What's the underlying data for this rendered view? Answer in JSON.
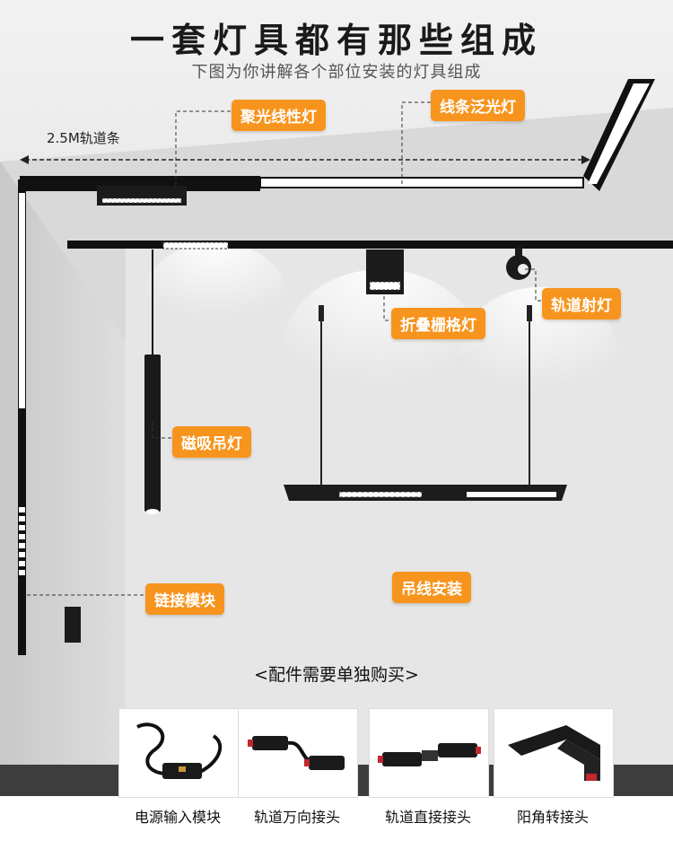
{
  "header": {
    "title": "一套灯具都有那些组成",
    "subtitle": "下图为你讲解各个部位安装的灯具组成"
  },
  "track": {
    "label": "2.5M轨道条"
  },
  "labels": {
    "linear_spot": "聚光线性灯",
    "linear_flood": "线条泛光灯",
    "folding_grille": "折叠栅格灯",
    "track_spot": "轨道射灯",
    "magnetic_pendant": "磁吸吊灯",
    "link_module": "链接模块",
    "hanging_install": "吊线安装"
  },
  "accessories": {
    "title": "<配件需要单独购买>",
    "items": [
      {
        "name": "电源输入模块"
      },
      {
        "name": "轨道万向接头"
      },
      {
        "name": "轨道直接接头"
      },
      {
        "name": "阳角转接头"
      }
    ]
  },
  "colors": {
    "accent": "#f7941d",
    "track": "#111111",
    "wall": "#e3e3e3"
  }
}
